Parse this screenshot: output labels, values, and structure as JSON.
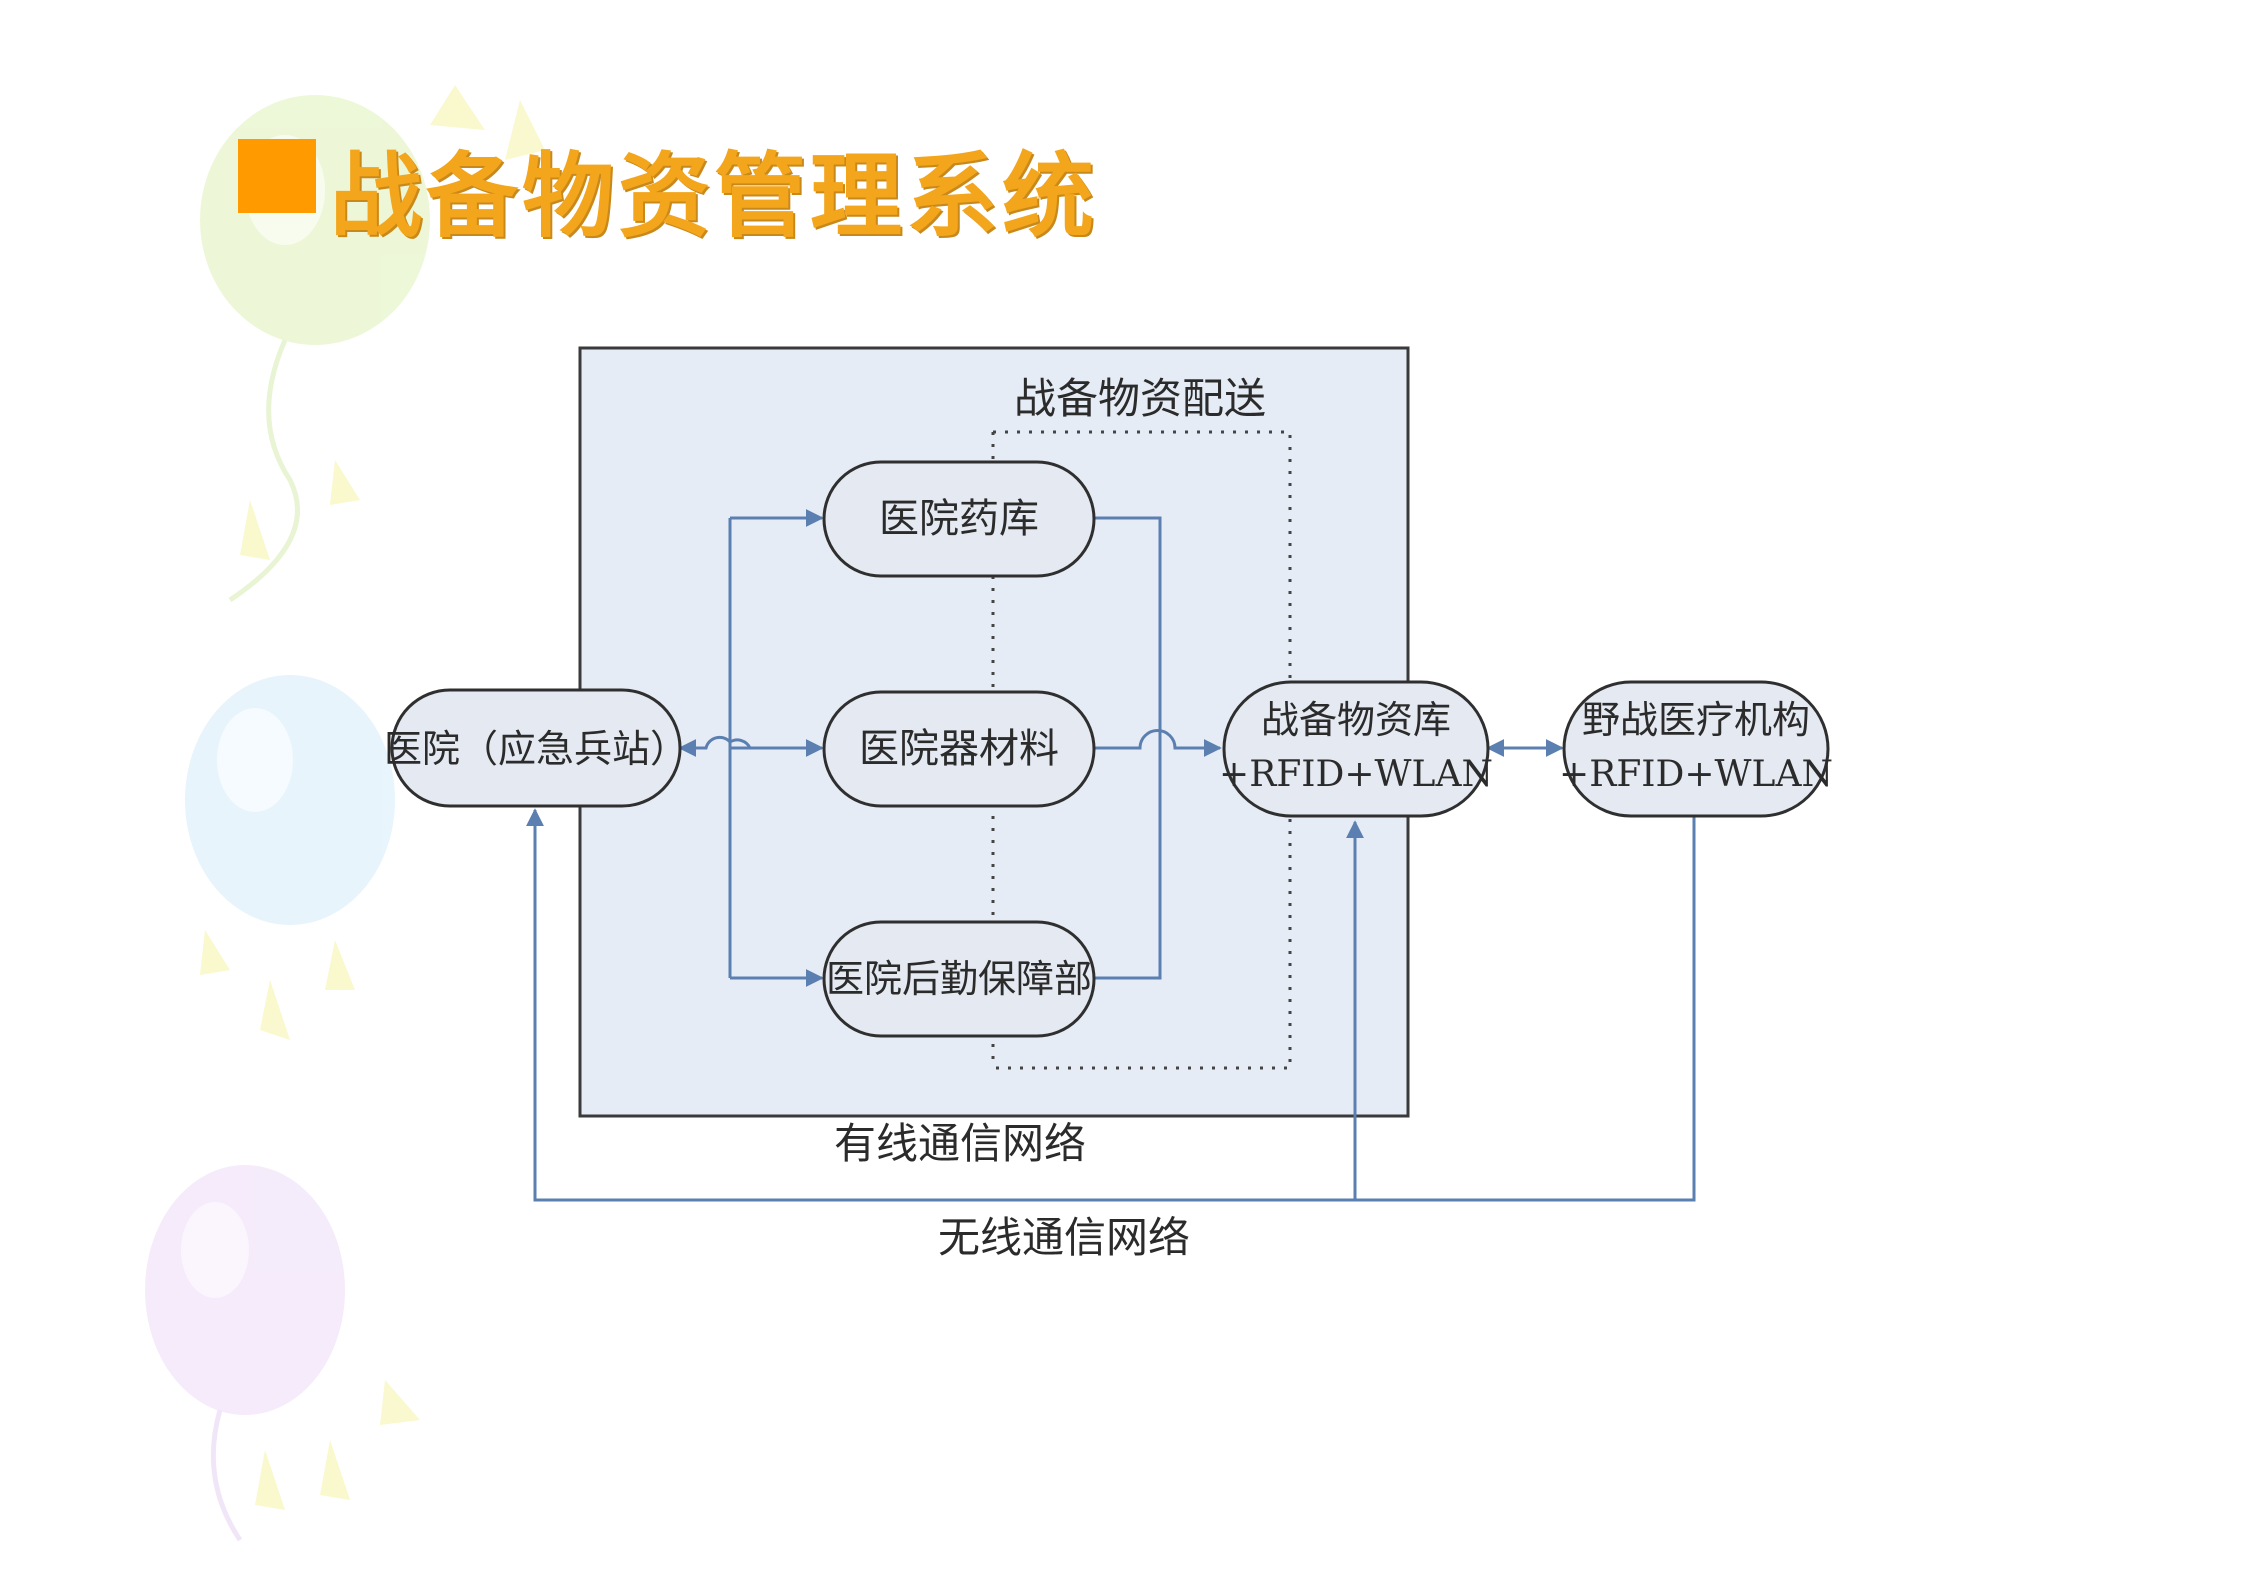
{
  "title": "战备物资管理系统",
  "colors": {
    "title": "#f3a51c",
    "title_square": "#ff9a00",
    "inner_box_fill": "#e6ecf5",
    "node_fill": "#e4e9f2",
    "connector": "#5a7fb0"
  },
  "diagram": {
    "distribution_label": "战备物资配送",
    "wired_label": "有线通信网络",
    "wireless_label": "无线通信网络",
    "nodes": {
      "hospital": "医院（应急兵站）",
      "pharmacy": "医院药库",
      "equipment": "医院器材料",
      "logistics": "医院后勤保障部",
      "warehouse_line1": "战备物资库",
      "warehouse_line2": "+RFID+WLAN",
      "field_line1": "野战医疗机构",
      "field_line2": "+RFID+WLAN"
    }
  }
}
